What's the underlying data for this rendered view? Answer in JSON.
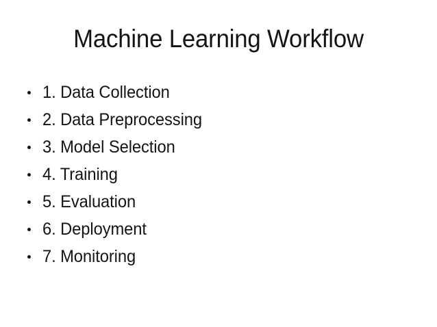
{
  "slide": {
    "title": "Machine Learning Workflow",
    "background_color": "#ffffff",
    "text_color": "#141414",
    "bullet_glyph": "bullet-dot",
    "items": [
      {
        "label": "1. Data Collection"
      },
      {
        "label": "2. Data Preprocessing"
      },
      {
        "label": "3. Model Selection"
      },
      {
        "label": "4. Training"
      },
      {
        "label": "5. Evaluation"
      },
      {
        "label": "6. Deployment"
      },
      {
        "label": "7. Monitoring"
      }
    ]
  }
}
